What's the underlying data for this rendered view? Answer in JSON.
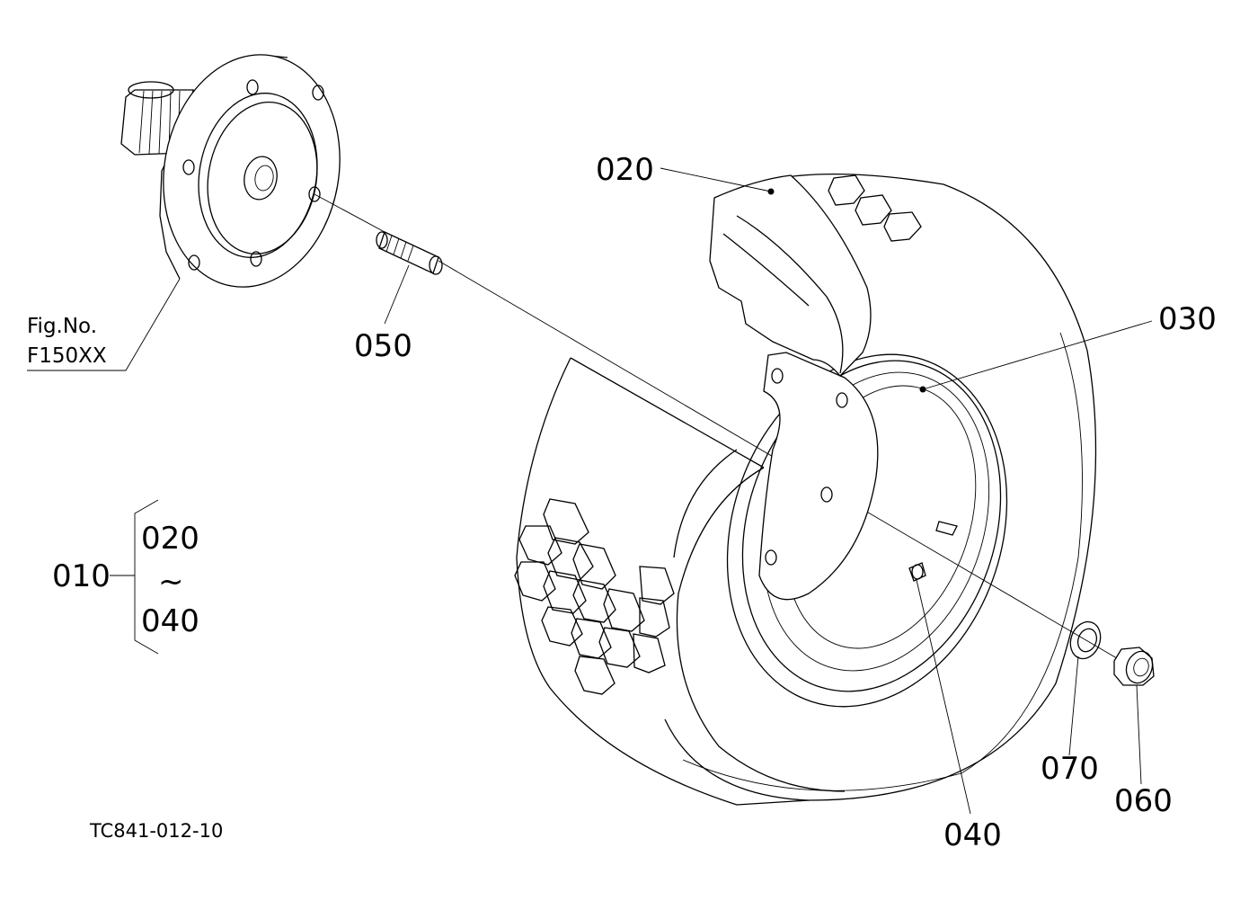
{
  "diagram": {
    "drawing_code": "TC841-012-10",
    "figure_ref": {
      "line1": "Fig.No.",
      "line2": "F150XX"
    },
    "callouts": [
      {
        "id": "020",
        "text": "020"
      },
      {
        "id": "030",
        "text": "030"
      },
      {
        "id": "050",
        "text": "050"
      },
      {
        "id": "040",
        "text": "040"
      },
      {
        "id": "070",
        "text": "070"
      },
      {
        "id": "060",
        "text": "060"
      }
    ],
    "assembly": {
      "label": "010",
      "range_start": "020",
      "range_separator": "~",
      "range_end": "040"
    }
  }
}
